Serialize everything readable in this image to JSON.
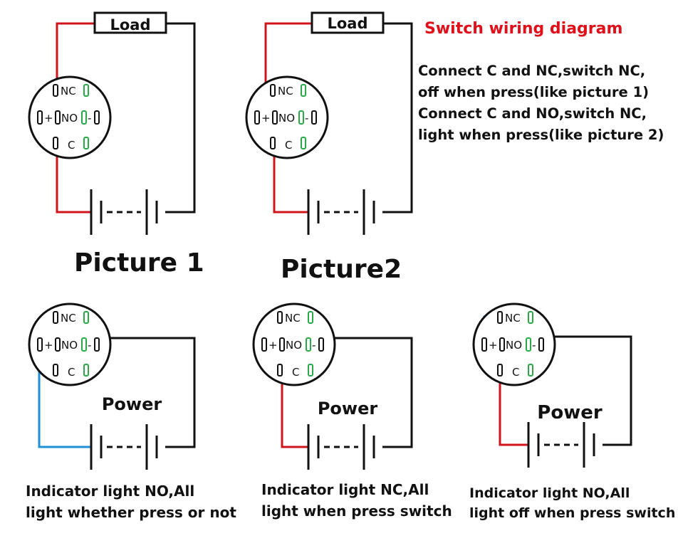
{
  "header": {
    "title": "Switch wiring diagram"
  },
  "description": [
    "Connect C and NC,switch NC,",
    "off when press(like picture 1)",
    "Connect C and NO,switch NC,",
    "light when press(like picture 2)"
  ],
  "pictures": [
    {
      "caption": "Picture 1",
      "load_label": "Load"
    },
    {
      "caption": "Picture2",
      "load_label": "Load"
    }
  ],
  "indicators": [
    {
      "power_label": "Power",
      "caption_line1": "Indicator light NO,All",
      "caption_line2": "light whether press or not"
    },
    {
      "power_label": "Power",
      "caption_line1": "Indicator light NC,All",
      "caption_line2": "light when press switch"
    },
    {
      "power_label": "Power",
      "caption_line1": "Indicator light NO,All",
      "caption_line2": "light off when press switch"
    }
  ],
  "pins": {
    "nc": "NC",
    "no": "NO",
    "c": "C",
    "plus": "+",
    "minus": "-"
  },
  "colors": {
    "red_wire": "#d0141c",
    "blue_wire": "#1f8fd6",
    "black_wire": "#111111",
    "green_terminal": "#2aa84a",
    "title": "#e0101a"
  }
}
